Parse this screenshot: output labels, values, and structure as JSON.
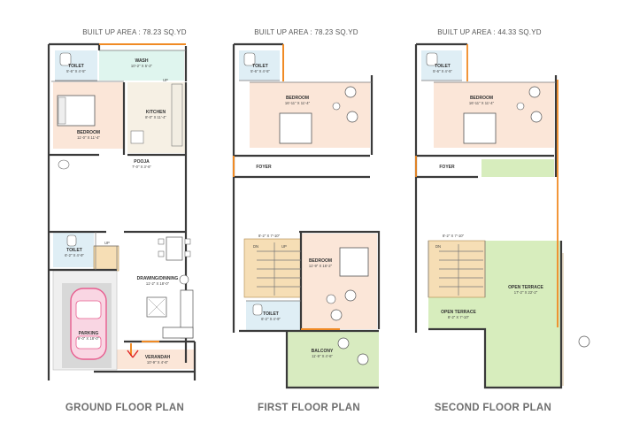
{
  "colors": {
    "bedroom": "#fbe6d8",
    "toilet": "#dfeef5",
    "wash": "#dff5ee",
    "kitchen": "#f6f0e4",
    "stairs": "#f6deb5",
    "balcony_green": "#d8ebc0",
    "terrace_green": "#d7edbd",
    "accent_orange": "#f08a24",
    "car_pink": "#e85d8f"
  },
  "plans": [
    {
      "id": "ground",
      "title": "GROUND FLOOR PLAN",
      "built_up_area": "BUILT UP AREA : 78.23 SQ.YD",
      "rooms": [
        {
          "name": "TOILET",
          "dim": "5'-6\" X 4'-5\""
        },
        {
          "name": "WASH",
          "dim": "10'-2\" X 5'-2\""
        },
        {
          "name": "BEDROOM",
          "dim": "11'-0\" X 11'-4\""
        },
        {
          "name": "KITCHEN",
          "dim": "8'-0\" X 11'-4\""
        },
        {
          "name": "POOJA",
          "dim": "7'-0\" X 3'-6\""
        },
        {
          "name": "TOILET",
          "dim": "6'-2\" X 4'-9\""
        },
        {
          "name": "DRAWING/DINNING",
          "dim": "11'-2\" X 18'-0\""
        },
        {
          "name": "PARKING",
          "dim": "9'-0\" X 18'-0\""
        },
        {
          "name": "VERANDAH",
          "dim": "10'-9\" X 4'-6\""
        }
      ],
      "labels": [
        "UP",
        "UP"
      ]
    },
    {
      "id": "first",
      "title": "FIRST FLOOR PLAN",
      "built_up_area": "BUILT UP AREA : 78.23 SQ.YD",
      "rooms": [
        {
          "name": "TOILET",
          "dim": "5'-6\" X 4'-5\""
        },
        {
          "name": "BEDROOM",
          "dim": "16'-11\" X 11'-4\""
        },
        {
          "name": "FOYER",
          "dim": ""
        },
        {
          "name": "BEDROOM",
          "dim": "11'-9\" X 16'-2\""
        },
        {
          "name": "TOILET",
          "dim": "6'-2\" X 4'-9\""
        },
        {
          "name": "BALCONY",
          "dim": "11'-9\" X 4'-6\""
        }
      ],
      "labels": [
        "DN",
        "UP",
        "8'-2\" X 7'-10\""
      ]
    },
    {
      "id": "second",
      "title": "SECOND FLOOR PLAN",
      "built_up_area": "BUILT UP AREA : 44.33 SQ.YD",
      "rooms": [
        {
          "name": "TOILET",
          "dim": "5'-6\" X 4'-5\""
        },
        {
          "name": "BEDROOM",
          "dim": "16'-11\" X 11'-4\""
        },
        {
          "name": "FOYER",
          "dim": ""
        },
        {
          "name": "OPEN TERRACE",
          "dim": "17'-2\" X 22'-2\""
        },
        {
          "name": "OPEN TERRACE",
          "dim": "8'-2\" X 7'-10\""
        }
      ],
      "labels": [
        "DN",
        "8'-2\" X 7'-10\""
      ]
    }
  ]
}
